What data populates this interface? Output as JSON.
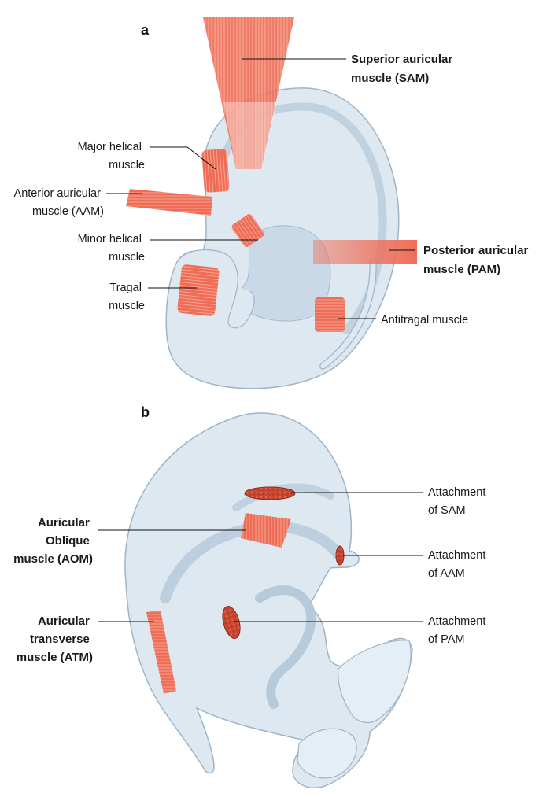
{
  "panels": [
    {
      "letter": "a",
      "labels": {
        "superior_auricular": [
          "Superior auricular",
          "muscle (SAM)"
        ],
        "major_helical": [
          "Major helical",
          "muscle"
        ],
        "anterior_auricular": [
          "Anterior auricular",
          "muscle (AAM)"
        ],
        "minor_helical": [
          "Minor helical",
          "muscle"
        ],
        "posterior_auricular": [
          "Posterior auricular",
          "muscle (PAM)"
        ],
        "tragal": [
          "Tragal",
          "muscle"
        ],
        "antitragal": [
          "Antitragal muscle"
        ]
      }
    },
    {
      "letter": "b",
      "labels": {
        "attachment_sam": [
          "Attachment",
          "of SAM"
        ],
        "auricular_oblique": [
          "Auricular",
          "Oblique",
          "muscle (AOM)"
        ],
        "attachment_aam": [
          "Attachment",
          "of AAM"
        ],
        "auricular_transverse": [
          "Auricular",
          "transverse",
          "muscle (ATM)"
        ],
        "attachment_pam": [
          "Attachment",
          "of PAM"
        ]
      }
    }
  ],
  "colors": {
    "ear_fill": "#dde8f1",
    "ear_shadow": "#b9cbdb",
    "ear_outline": "#9fb4c6",
    "muscle": "#ef6d56",
    "attachment": "#c8452f"
  }
}
